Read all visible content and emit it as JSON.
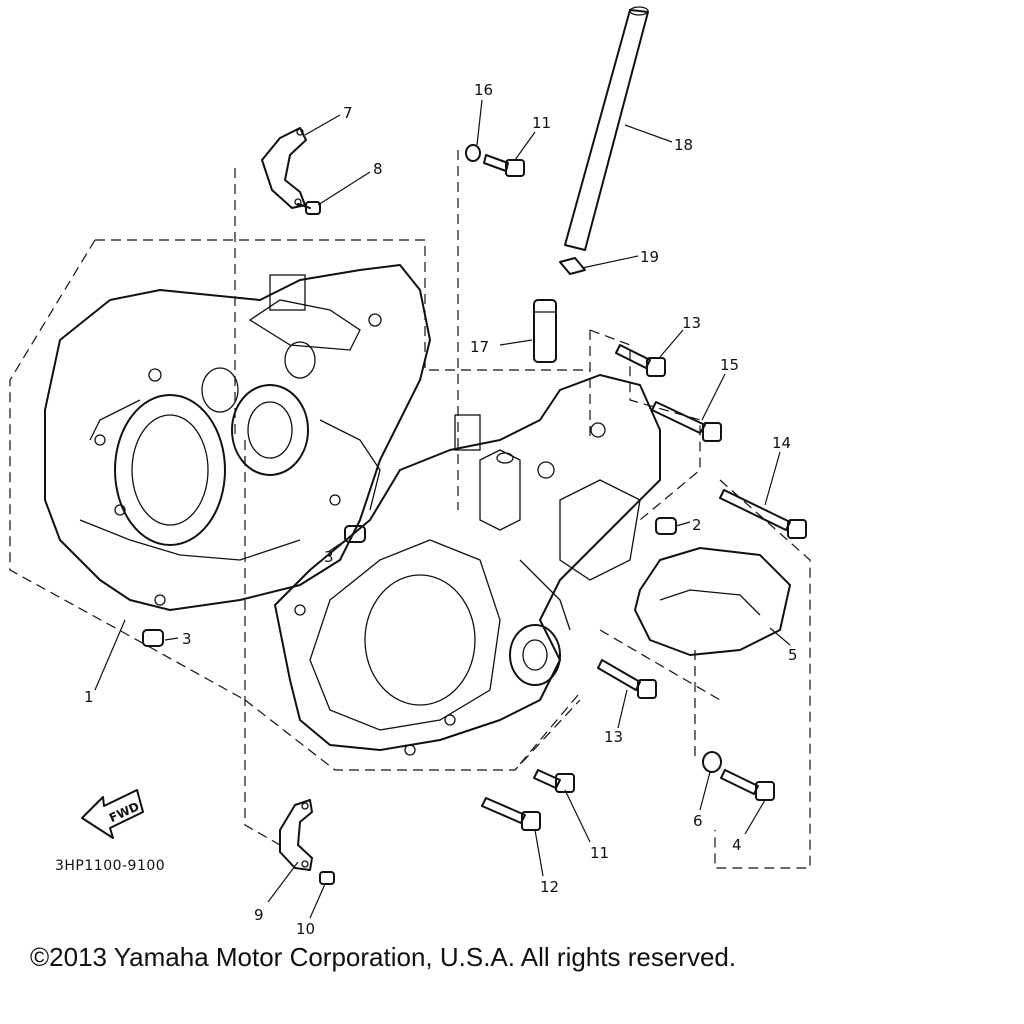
{
  "diagram": {
    "part_code": "3HP1100-9100",
    "fwd_label": "FWD",
    "callouts": {
      "c1": "1",
      "c2": "2",
      "c3a": "3",
      "c3b": "3",
      "c4": "4",
      "c5": "5",
      "c6": "6",
      "c7": "7",
      "c8": "8",
      "c9": "9",
      "c10": "10",
      "c11a": "11",
      "c11b": "11",
      "c12": "12",
      "c13a": "13",
      "c13b": "13",
      "c14": "14",
      "c15": "15",
      "c16": "16",
      "c17": "17",
      "c18": "18",
      "c19": "19"
    }
  },
  "footer": {
    "copyright": "©2013 Yamaha Motor Corporation, U.S.A. All rights reserved."
  }
}
